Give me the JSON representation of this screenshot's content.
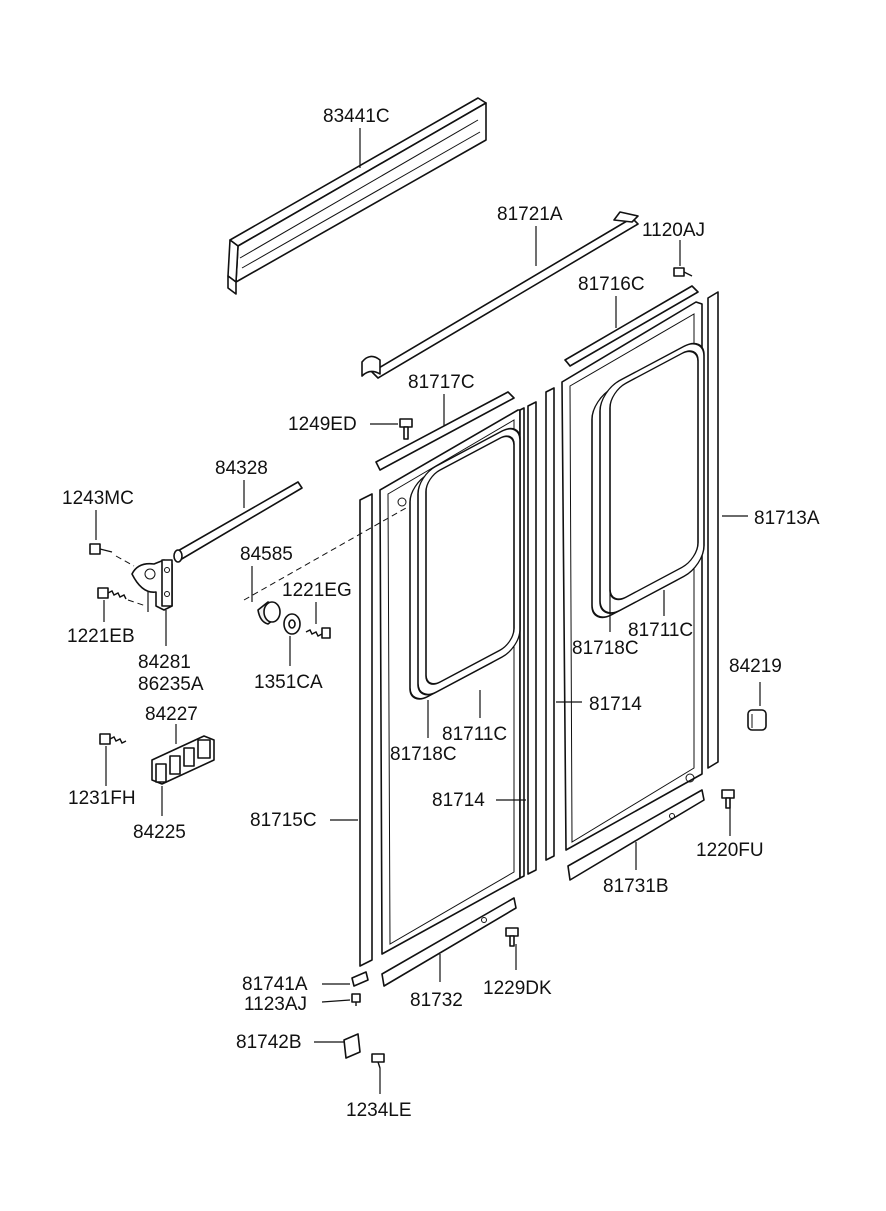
{
  "labels": {
    "p83441C": "83441C",
    "p81721A": "81721A",
    "p1120AJ": "1120AJ",
    "p81716C": "81716C",
    "p81717C": "81717C",
    "p1249ED": "1249ED",
    "p84328": "84328",
    "p1243MC": "1243MC",
    "p84585": "84585",
    "p1221EG": "1221EG",
    "p1221EB": "1221EB",
    "p84281": "84281",
    "p86235A": "86235A",
    "p1351CA": "1351CA",
    "p84227": "84227",
    "p1231FH": "1231FH",
    "p84225": "84225",
    "p81715C": "81715C",
    "p81713A": "81713A",
    "p81711C_right": "81711C",
    "p81718C_right": "81718C",
    "p84219": "84219",
    "p81714_mid": "81714",
    "p81711C_left": "81711C",
    "p81718C_left": "81718C",
    "p81714_low": "81714",
    "p1220FU": "1220FU",
    "p81731B": "81731B",
    "p81741A": "81741A",
    "p1123AJ": "1123AJ",
    "p81732": "81732",
    "p1229DK": "1229DK",
    "p81742B": "81742B",
    "p1234LE": "1234LE"
  }
}
